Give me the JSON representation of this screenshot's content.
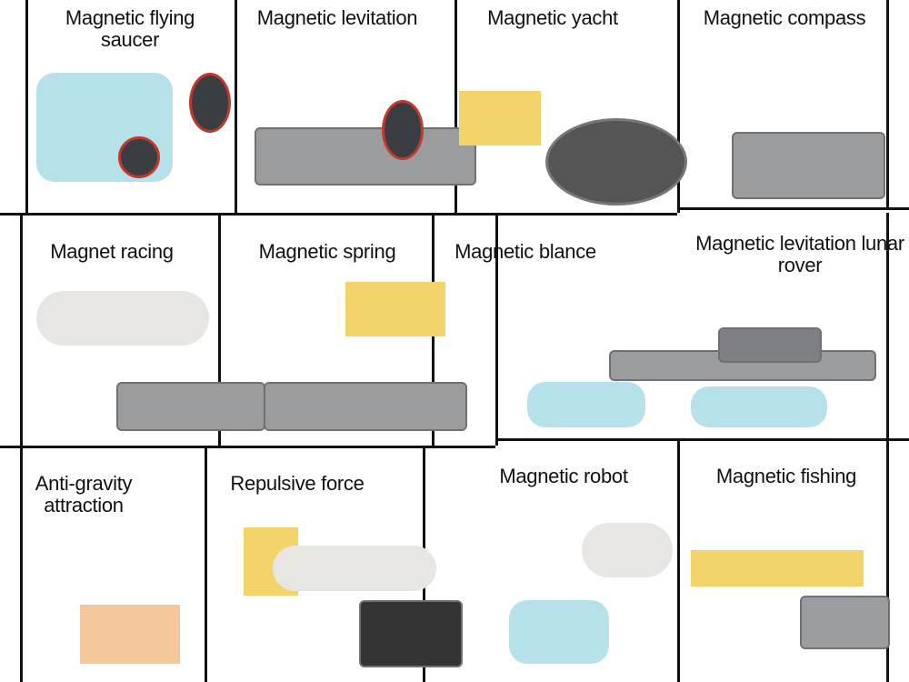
{
  "panels": [
    {
      "label": "Magnetic flying saucer"
    },
    {
      "label": "Magnetic levitation"
    },
    {
      "label": "Magnetic yacht"
    },
    {
      "label": "Magnetic compass"
    },
    {
      "label": "Magnet racing"
    },
    {
      "label": "Magnetic spring"
    },
    {
      "label": "Magnetic blance"
    },
    {
      "label": "Magnetic levitation lunar rover"
    },
    {
      "label": "Anti-gravity attraction"
    },
    {
      "label": "Repulsive force"
    },
    {
      "label": "Magnetic robot"
    },
    {
      "label": "Magnetic fishing"
    }
  ]
}
